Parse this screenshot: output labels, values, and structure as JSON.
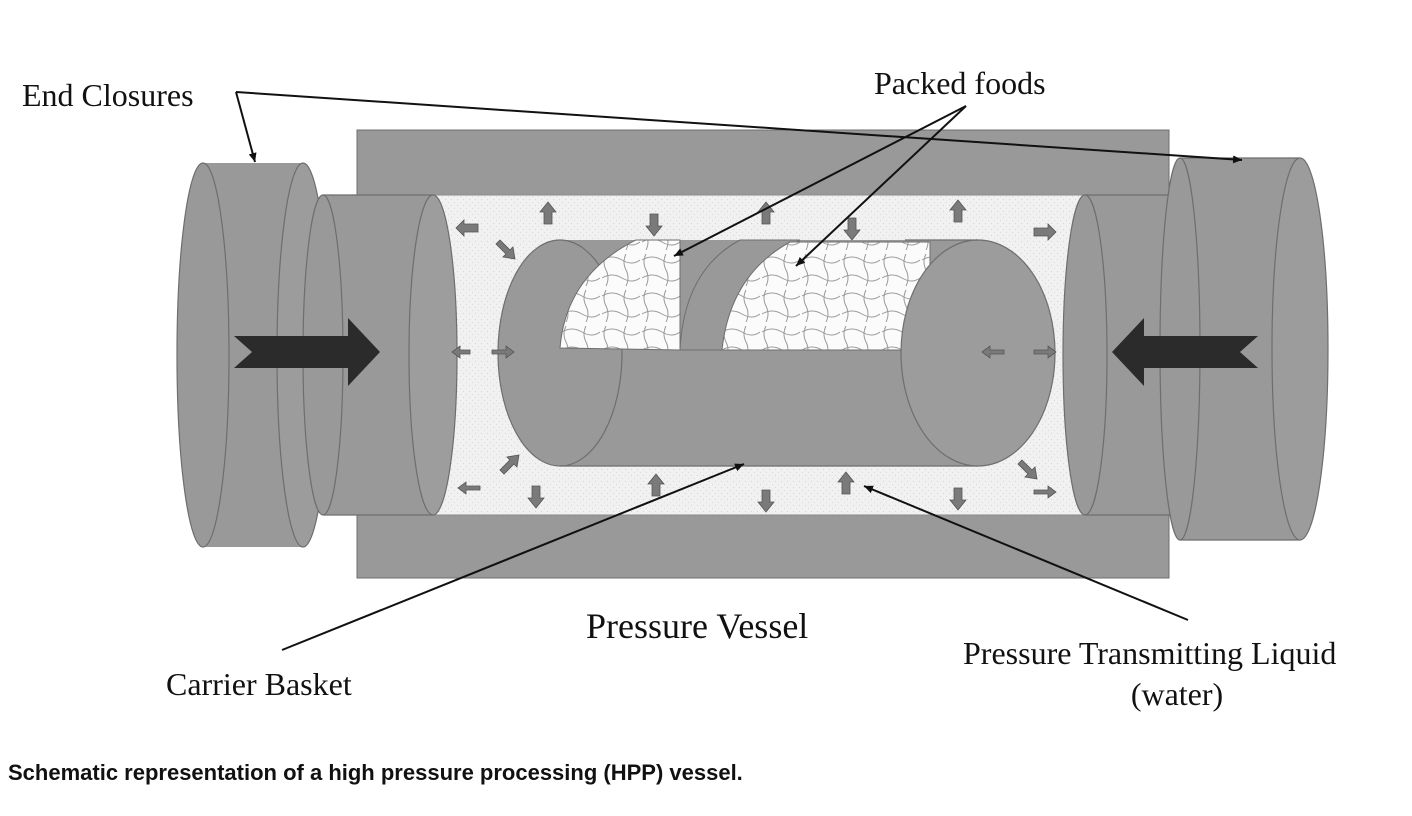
{
  "labels": {
    "end_closures": "End Closures",
    "packed_foods": "Packed foods",
    "pressure_vessel": "Pressure Vessel",
    "carrier_basket": "Carrier Basket",
    "liquid_line1": "Pressure Transmitting Liquid",
    "liquid_line2": "(water)"
  },
  "caption": "Schematic representation of a high pressure processing (HPP) vessel.",
  "colors": {
    "metal": "#999999",
    "metal_dark": "#8a8a8a",
    "liquid": "#efefef",
    "food": "#fafafa",
    "small_arrow": "#7a7a7a",
    "big_arrow": "#2b2b2b",
    "outline": "#555555"
  }
}
